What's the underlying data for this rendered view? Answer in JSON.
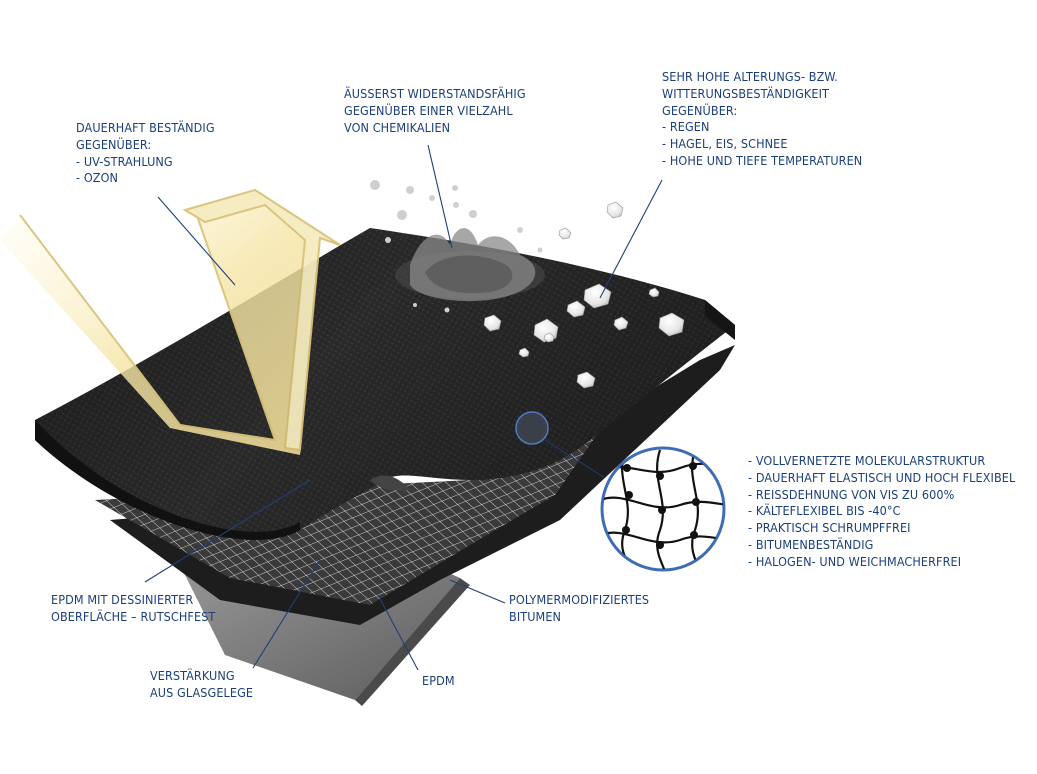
{
  "labels": {
    "uv": [
      "DAUERHAFT BESTÄNDIG",
      "GEGENÜBER:",
      "- UV-STRAHLUNG",
      "- OZON"
    ],
    "chem": [
      "ÄUSSERST WIDERSTANDSFÄHIG",
      "GEGENÜBER EINER VIELZAHL",
      "VON CHEMIKALIEN"
    ],
    "weather": [
      "SEHR HOHE ALTERUNGS- BZW.",
      "WITTERUNGSBESTÄNDIGKEIT",
      "GEGENÜBER:",
      "- REGEN",
      "- HAGEL, EIS, SCHNEE",
      "- HOHE UND TIEFE TEMPERATUREN"
    ],
    "props": [
      "- VOLLVERNETZTE MOLEKULARSTRUKTUR",
      "- DAUERHAFT ELASTISCH UND HOCH FLEXIBEL",
      "- REISSDEHNUNG VON VIS ZU 600%",
      "- KÄLTEFLEXIBEL BIS -40°C",
      "- PRAKTISCH SCHRUMPFFREI",
      "- BITUMENBESTÄNDIG",
      "- HALOGEN- UND WEICHMACHERFREI"
    ],
    "epdm_surface": [
      "EPDM MIT DESSINIERTER",
      "OBERFLÄCHE – RUTSCHFEST"
    ],
    "bitumen": [
      "POLYMERMODIFIZIERTES",
      "BITUMEN"
    ],
    "glass": [
      "VERSTÄRKUNG",
      "AUS GLASGELEGE"
    ],
    "epdm": [
      "EPDM"
    ]
  },
  "colors": {
    "label_text": "#1c3f7a",
    "leader_line": "#1f3f78",
    "sun_arrow": "#f3e7b3",
    "membrane_top": "#2b2b2b",
    "bottom_layer": "#7d7d7d"
  },
  "icons": [
    "sun-ray-arrow",
    "water-splash",
    "hail-stones",
    "magnifier-circle",
    "molecular-net"
  ]
}
